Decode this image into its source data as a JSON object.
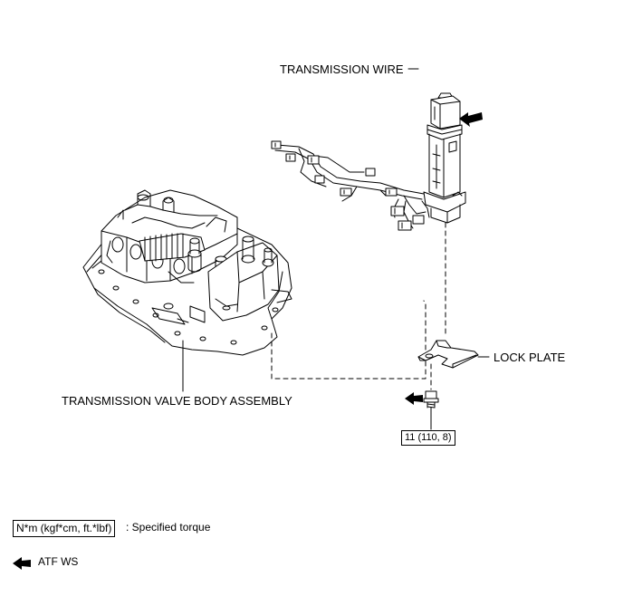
{
  "labels": {
    "transmission_wire": "TRANSMISSION WIRE",
    "lock_plate": "LOCK PLATE",
    "valve_body": "TRANSMISSION VALVE BODY ASSEMBLY"
  },
  "torque": {
    "value": "11 (110, 8)"
  },
  "legend": {
    "torque_units": "N*m (kgf*cm, ft.*lbf)",
    "torque_desc": ": Specified torque",
    "atf_text": "ATF WS"
  }
}
